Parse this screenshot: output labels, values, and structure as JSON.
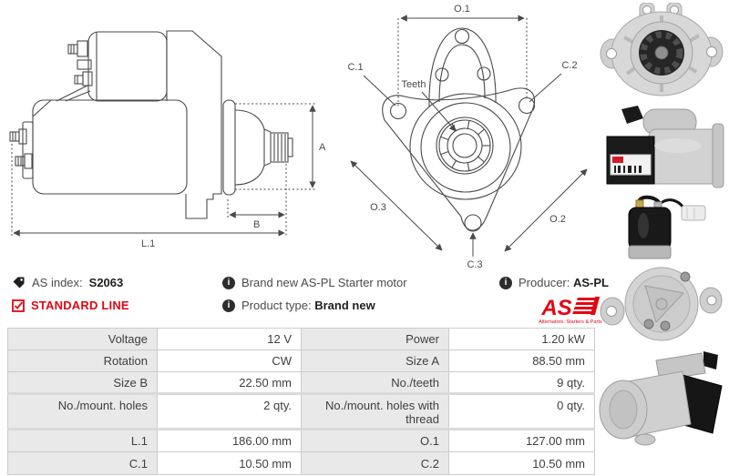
{
  "header": {
    "as_index": {
      "label": "AS index:",
      "value": "S2063"
    },
    "standard_line": "STANDARD LINE",
    "description": "Brand new AS-PL Starter motor",
    "product_type": {
      "label": "Product type:",
      "value": "Brand new"
    },
    "producer": {
      "label": "Producer:",
      "value": "AS-PL"
    }
  },
  "logo": {
    "text": "AS",
    "tagline": "Alternators. Starters & Parts"
  },
  "diagrams": {
    "side_view": {
      "dim_a": "A",
      "dim_b": "B",
      "dim_l1": "L.1"
    },
    "front_view": {
      "dim_o1": "O.1",
      "dim_o2": "O.2",
      "dim_o3": "O.3",
      "dim_c1": "C.1",
      "dim_c2": "C.2",
      "dim_c3": "C.3",
      "teeth_label": "Teeth"
    }
  },
  "specs": {
    "rows": [
      {
        "l1": "Voltage",
        "v1": "12 V",
        "l2": "Power",
        "v2": "1.20 kW"
      },
      {
        "l1": "Rotation",
        "v1": "CW",
        "l2": "Size A",
        "v2": "88.50 mm"
      },
      {
        "l1": "Size B",
        "v1": "22.50 mm",
        "l2": "No./teeth",
        "v2": "9 qty."
      },
      {
        "l1": "No./mount. holes",
        "v1": "2 qty.",
        "l2": "No./mount. holes with thread",
        "v2": "0 qty."
      },
      {
        "l1": "L.1",
        "v1": "186.00 mm",
        "l2": "O.1",
        "v2": "127.00 mm"
      },
      {
        "l1": "C.1",
        "v1": "10.50 mm",
        "l2": "C.2",
        "v2": "10.50 mm"
      }
    ]
  },
  "colors": {
    "brand_red": "#e30613",
    "label_bg": "#e9e9e9",
    "border": "#cccccc",
    "ink": "#3f3f3f"
  }
}
